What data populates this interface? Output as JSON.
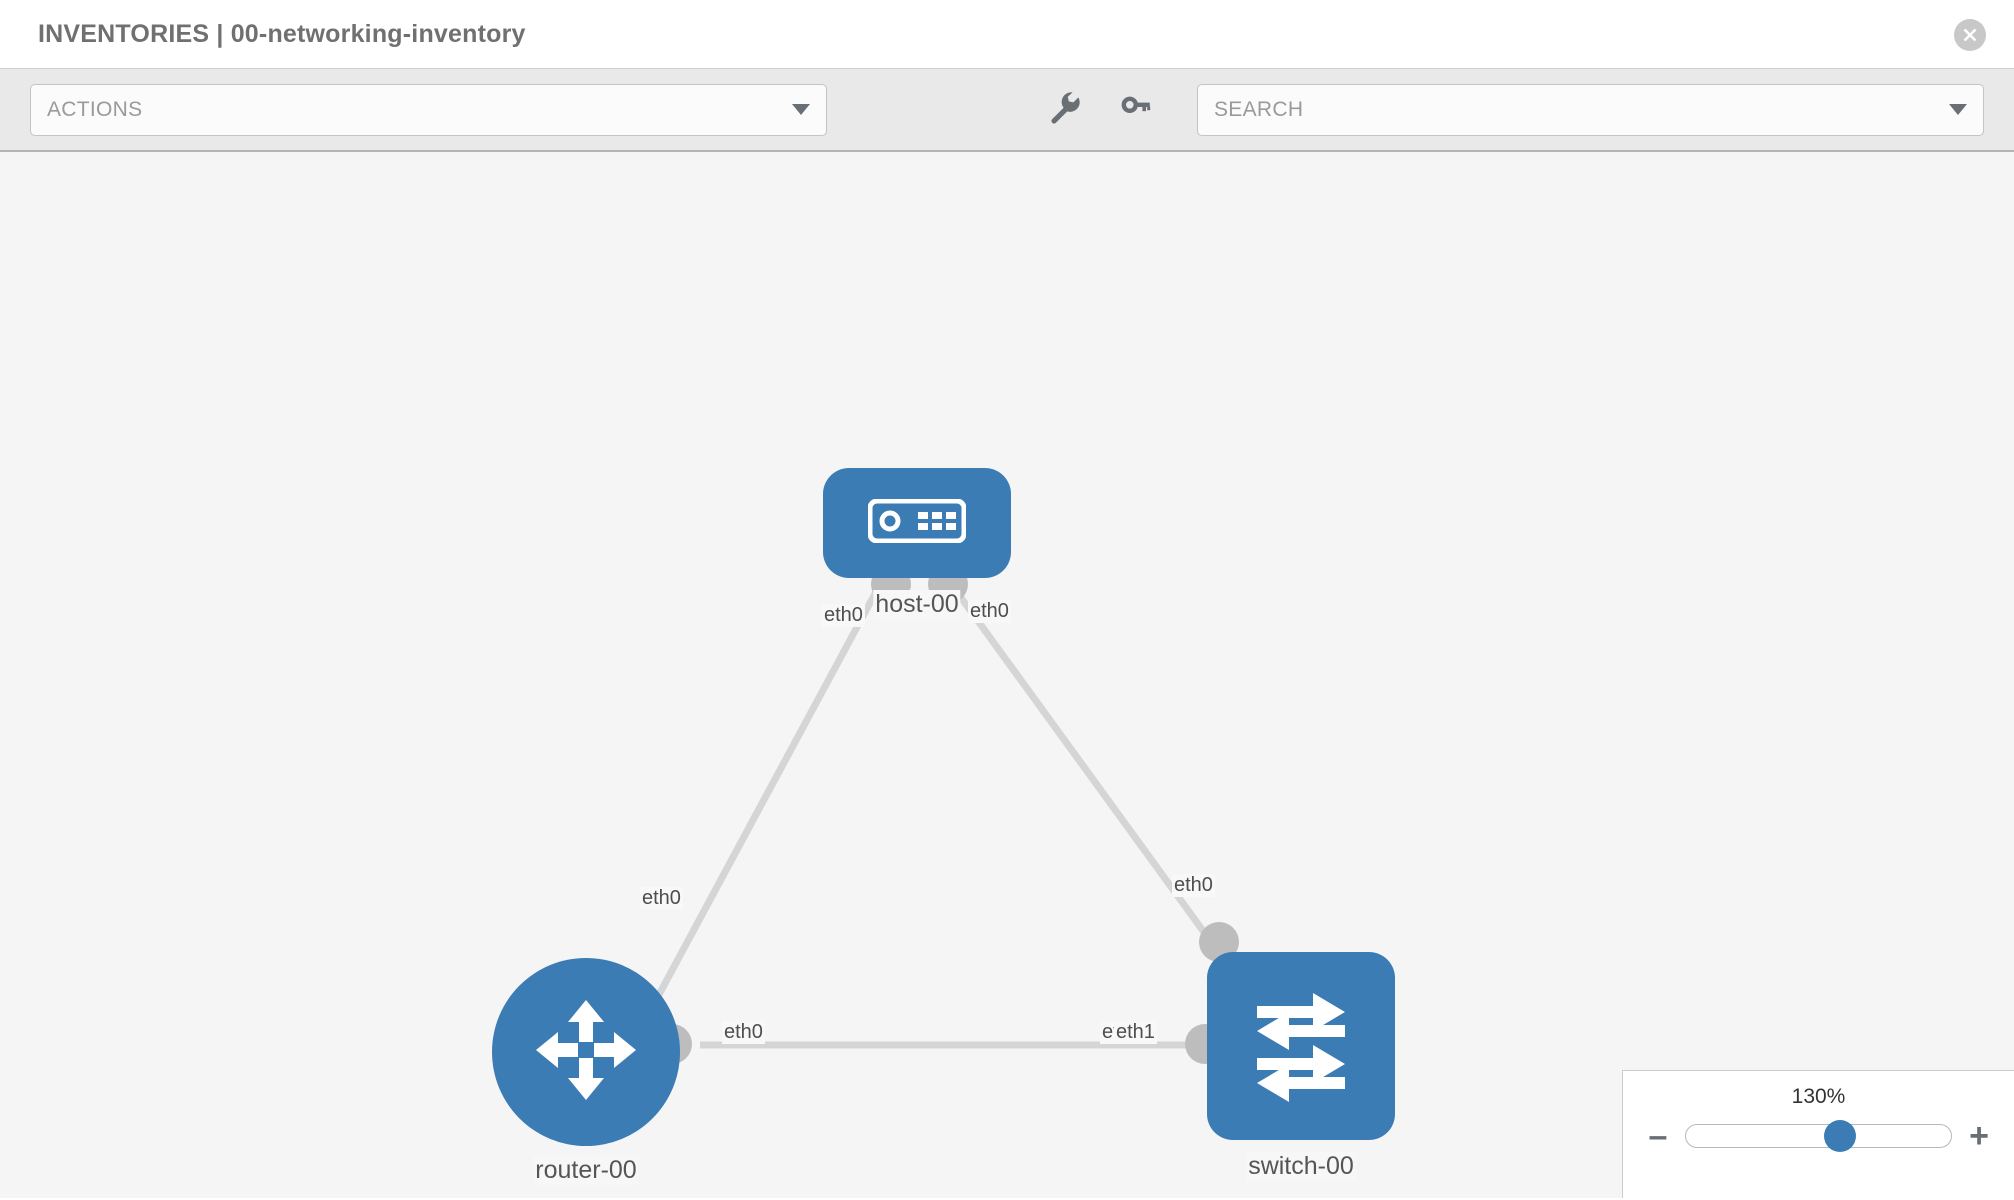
{
  "header": {
    "title": "INVENTORIES | 00-networking-inventory",
    "close_icon": "close-icon"
  },
  "toolbar": {
    "actions": {
      "label": "ACTIONS",
      "caret_icon": "chevron-down-icon"
    },
    "icons": [
      {
        "name": "wrench-icon"
      },
      {
        "name": "key-icon"
      }
    ],
    "search": {
      "placeholder": "SEARCH",
      "value": "SEARCH",
      "caret_icon": "chevron-down-icon"
    }
  },
  "topology": {
    "accent_color": "#3b7cb4",
    "port_color": "#bdbdbd",
    "link_color": "#d5d5d5",
    "canvas_color": "#f5f5f5",
    "nodes": [
      {
        "id": "host-00",
        "label": "host-00",
        "type": "host",
        "icon": "server-icon",
        "shape": "rounded-square"
      },
      {
        "id": "router-00",
        "label": "router-00",
        "type": "router",
        "icon": "router-arrows-icon",
        "shape": "circle"
      },
      {
        "id": "switch-00",
        "label": "switch-00",
        "type": "switch",
        "icon": "switch-arrows-icon",
        "shape": "rounded-square"
      }
    ],
    "edge_labels": [
      {
        "id": "host-left-eth",
        "text": "eth0"
      },
      {
        "id": "host-right-eth",
        "text": "eth0"
      },
      {
        "id": "router-up-eth",
        "text": "eth0"
      },
      {
        "id": "switch-up-eth",
        "text": "eth0"
      },
      {
        "id": "router-right-eth",
        "text": "eth0"
      },
      {
        "id": "switch-left-eth-a",
        "text": "eth"
      },
      {
        "id": "switch-left-eth-b",
        "text": "eth1"
      }
    ],
    "links": [
      {
        "from": "host-00",
        "to": "router-00",
        "from_port": "eth0",
        "to_port": "eth0"
      },
      {
        "from": "host-00",
        "to": "switch-00",
        "from_port": "eth0",
        "to_port": "eth0"
      },
      {
        "from": "router-00",
        "to": "switch-00",
        "from_port": "eth0",
        "to_port": "eth1"
      }
    ]
  },
  "zoom_control": {
    "value_label": "130%",
    "percent": 130,
    "minus_label": "–",
    "plus_label": "+",
    "thumb_position_pct": 58
  }
}
